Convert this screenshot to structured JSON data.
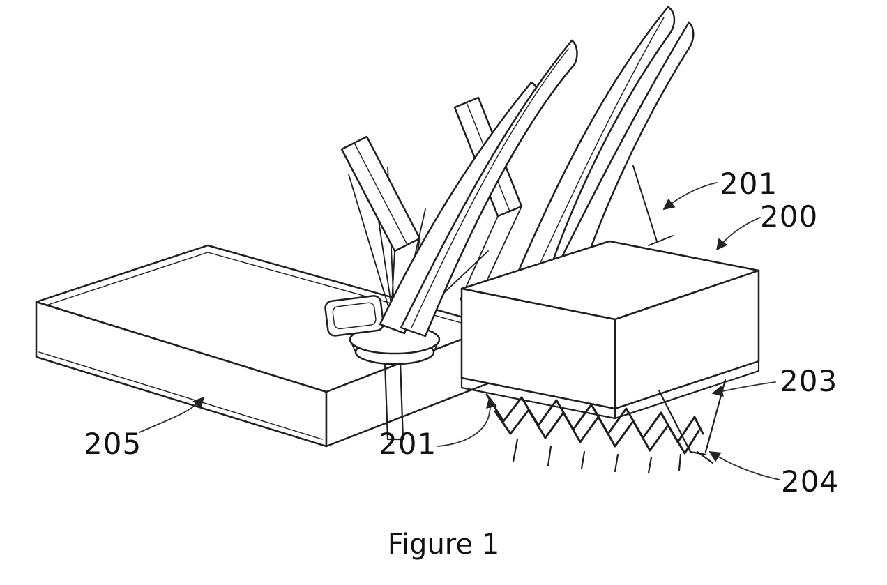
{
  "figure": {
    "caption": "Figure 1",
    "labels": [
      {
        "id": "ref-201-top",
        "text": "201"
      },
      {
        "id": "ref-200",
        "text": "200"
      },
      {
        "id": "ref-203",
        "text": "203"
      },
      {
        "id": "ref-204",
        "text": "204"
      },
      {
        "id": "ref-205",
        "text": "205"
      },
      {
        "id": "ref-201-bottom",
        "text": "201"
      }
    ],
    "colors": {
      "line": "#1f1f1f",
      "leader": "#333333",
      "background": "#ffffff"
    }
  }
}
